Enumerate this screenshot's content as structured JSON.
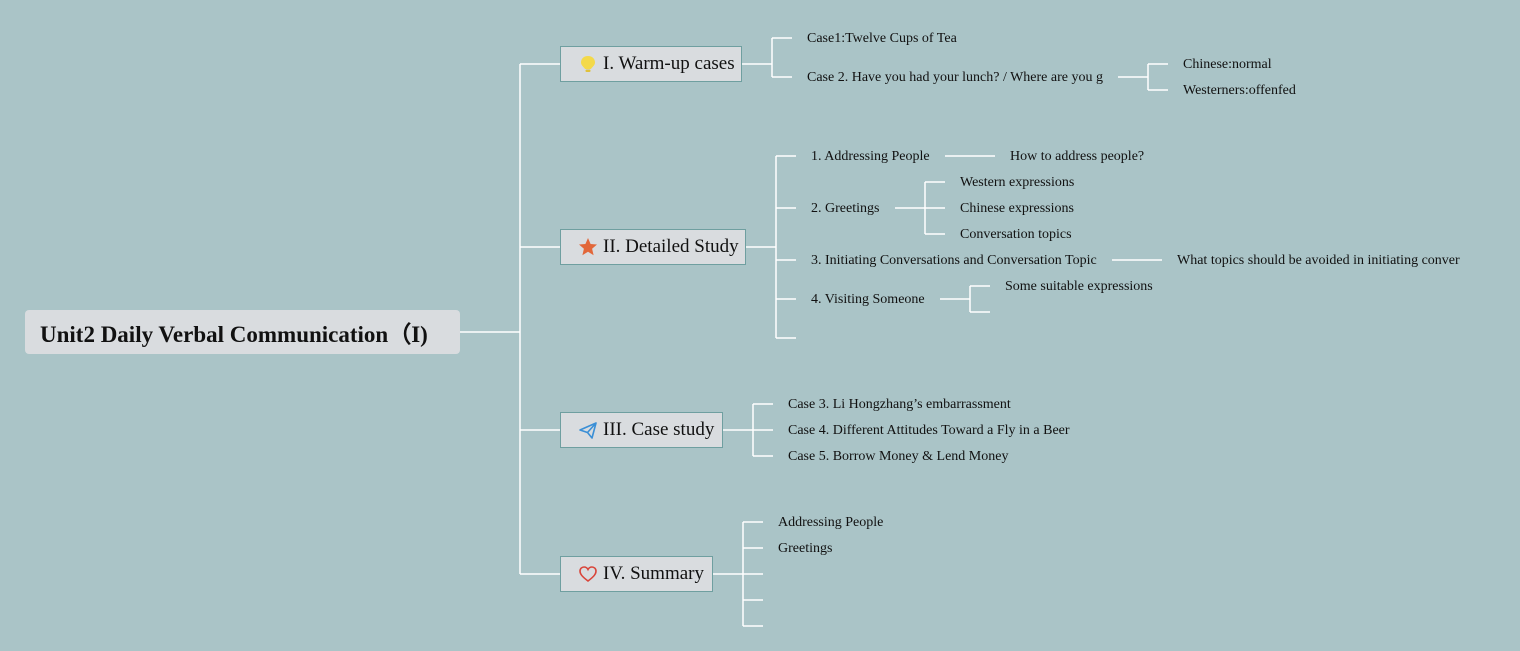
{
  "root": {
    "title": "Unit2 Daily Verbal Communication（I)"
  },
  "branches": [
    {
      "label": "I. Warm-up cases",
      "icon": "lightbulb-icon",
      "children": [
        {
          "label": "Case1:Twelve Cups of Tea"
        },
        {
          "label": "Case 2. Have you had your lunch? / Where are you g",
          "children": [
            "Chinese:normal",
            "Westerners:offenfed"
          ]
        }
      ]
    },
    {
      "label": "II. Detailed Study",
      "icon": "star-icon",
      "children": [
        {
          "label": "1. Addressing People",
          "children": [
            "How to address people?"
          ]
        },
        {
          "label": "2. Greetings",
          "children": [
            "Western expressions",
            "Chinese expressions",
            "Conversation topics"
          ]
        },
        {
          "label": "3. Initiating Conversations and Conversation Topic",
          "children": [
            "What topics should be avoided in initiating conver"
          ]
        },
        {
          "label": "4. Visiting Someone",
          "children": [
            "Some suitable expressions",
            ""
          ]
        },
        {
          "label": ""
        }
      ]
    },
    {
      "label": "III. Case study",
      "icon": "paper-plane-icon",
      "children": [
        {
          "label": "Case 3. Li Hongzhang’s embarrassment"
        },
        {
          "label": "Case 4. Different Attitudes Toward a Fly in a Beer"
        },
        {
          "label": "Case 5. Borrow Money & Lend Money"
        }
      ]
    },
    {
      "label": "IV. Summary",
      "icon": "heart-icon",
      "children": [
        {
          "label": "Addressing People"
        },
        {
          "label": "Greetings"
        },
        {
          "label": ""
        },
        {
          "label": ""
        },
        {
          "label": ""
        }
      ]
    }
  ],
  "colors": {
    "background": "#aac4c7",
    "connector": "#ffffff",
    "node": "#d9dcdf"
  }
}
